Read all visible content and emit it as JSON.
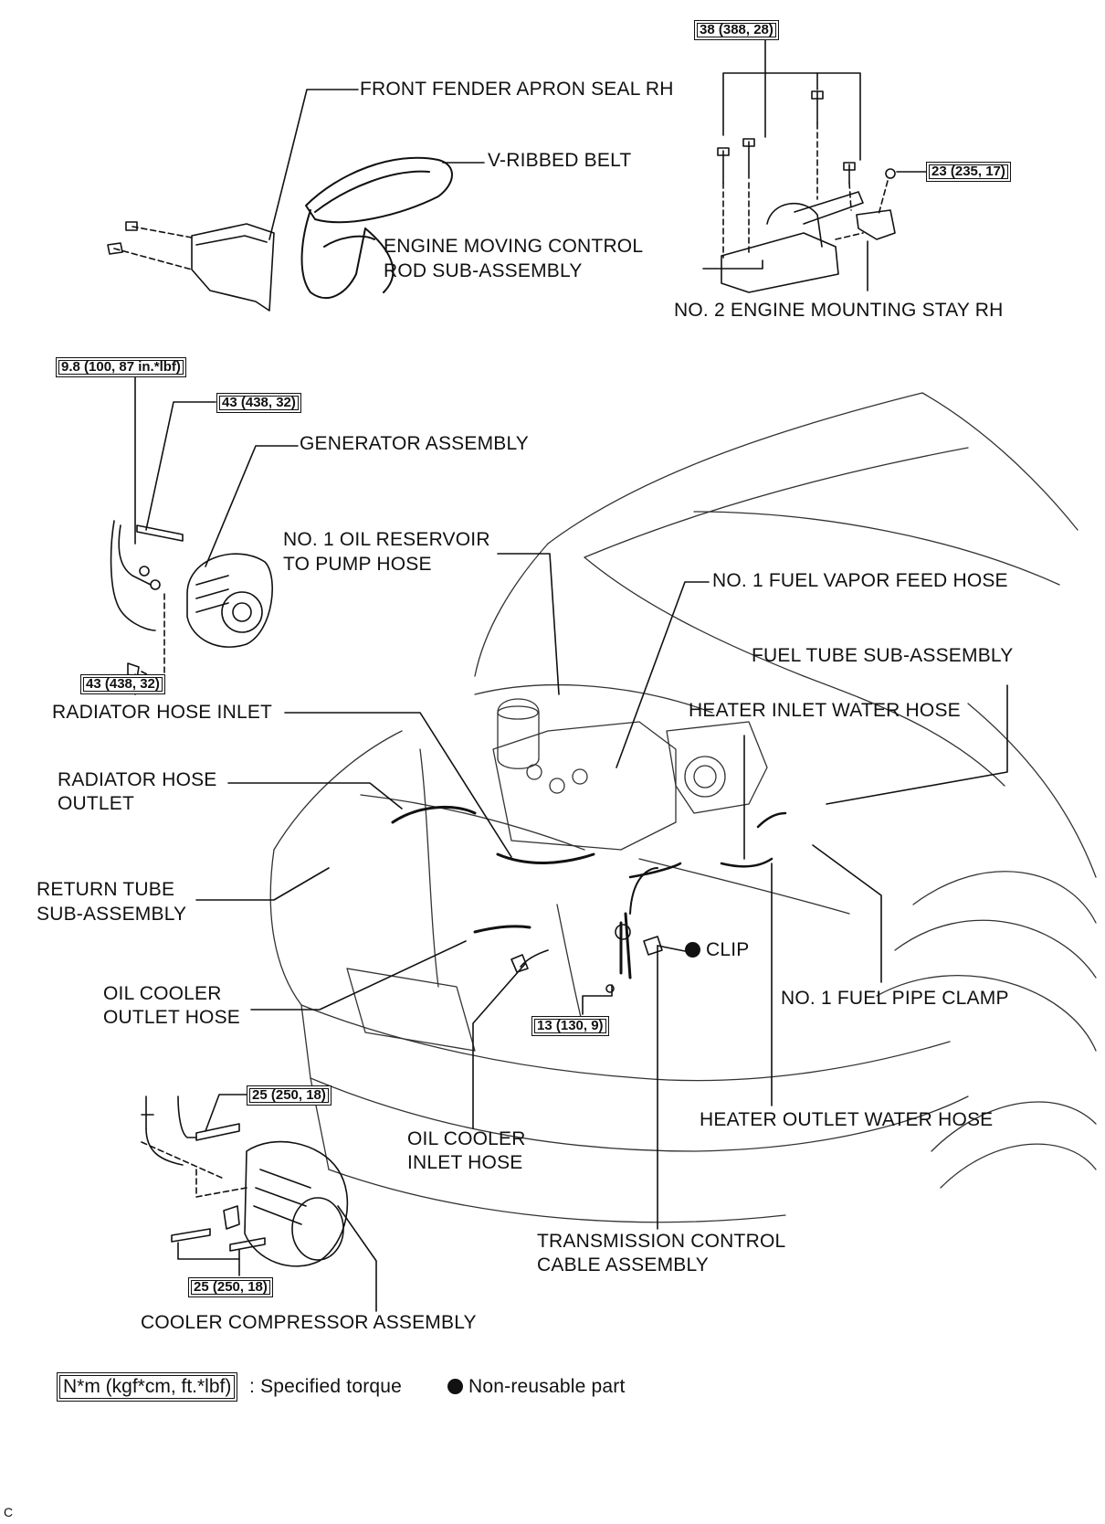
{
  "labels": {
    "front_fender_apron_seal": "FRONT FENDER APRON SEAL RH",
    "v_ribbed_belt": "V-RIBBED BELT",
    "engine_moving_control_rod_1": "ENGINE MOVING CONTROL",
    "engine_moving_control_rod_2": "ROD SUB-ASSEMBLY",
    "no2_engine_mounting_stay": "NO. 2 ENGINE MOUNTING STAY RH",
    "generator_assembly": "GENERATOR ASSEMBLY",
    "no1_oil_reservoir_1": "NO. 1 OIL RESERVOIR",
    "no1_oil_reservoir_2": "TO PUMP HOSE",
    "no1_fuel_vapor_feed_hose": "NO. 1 FUEL VAPOR FEED HOSE",
    "fuel_tube_sub_assembly": "FUEL TUBE SUB-ASSEMBLY",
    "radiator_hose_inlet": "RADIATOR HOSE INLET",
    "heater_inlet_water_hose": "HEATER INLET WATER HOSE",
    "radiator_hose_outlet_1": "RADIATOR HOSE",
    "radiator_hose_outlet_2": "OUTLET",
    "return_tube_1": "RETURN TUBE",
    "return_tube_2": "SUB-ASSEMBLY",
    "clip": "CLIP",
    "oil_cooler_outlet_1": "OIL COOLER",
    "oil_cooler_outlet_2": "OUTLET HOSE",
    "no1_fuel_pipe_clamp": "NO. 1 FUEL PIPE CLAMP",
    "heater_outlet_water_hose": "HEATER OUTLET WATER HOSE",
    "oil_cooler_inlet_1": "OIL COOLER",
    "oil_cooler_inlet_2": "INLET HOSE",
    "transmission_cable_1": "TRANSMISSION CONTROL",
    "transmission_cable_2": "CABLE ASSEMBLY",
    "cooler_compressor": "COOLER COMPRESSOR ASSEMBLY"
  },
  "torques": {
    "control_rod_bolts": "38 (388, 28)",
    "mounting_stay_nut": "23 (235, 17)",
    "generator_terminal": "9.8 (100, 87 in.*lbf)",
    "generator_bolt_upper": "43 (438, 32)",
    "generator_bolt_lower": "43 (438, 32)",
    "transmission_cable_nut": "13 (130, 9)",
    "compressor_bolt_upper": "25 (250, 18)",
    "compressor_bolts_lower": "25 (250, 18)"
  },
  "legend": {
    "unit_box": "N*m (kgf*cm, ft.*lbf)",
    "unit_text": ": Specified torque",
    "nonreusable_text": "Non-reusable part"
  },
  "footer_code": "C"
}
